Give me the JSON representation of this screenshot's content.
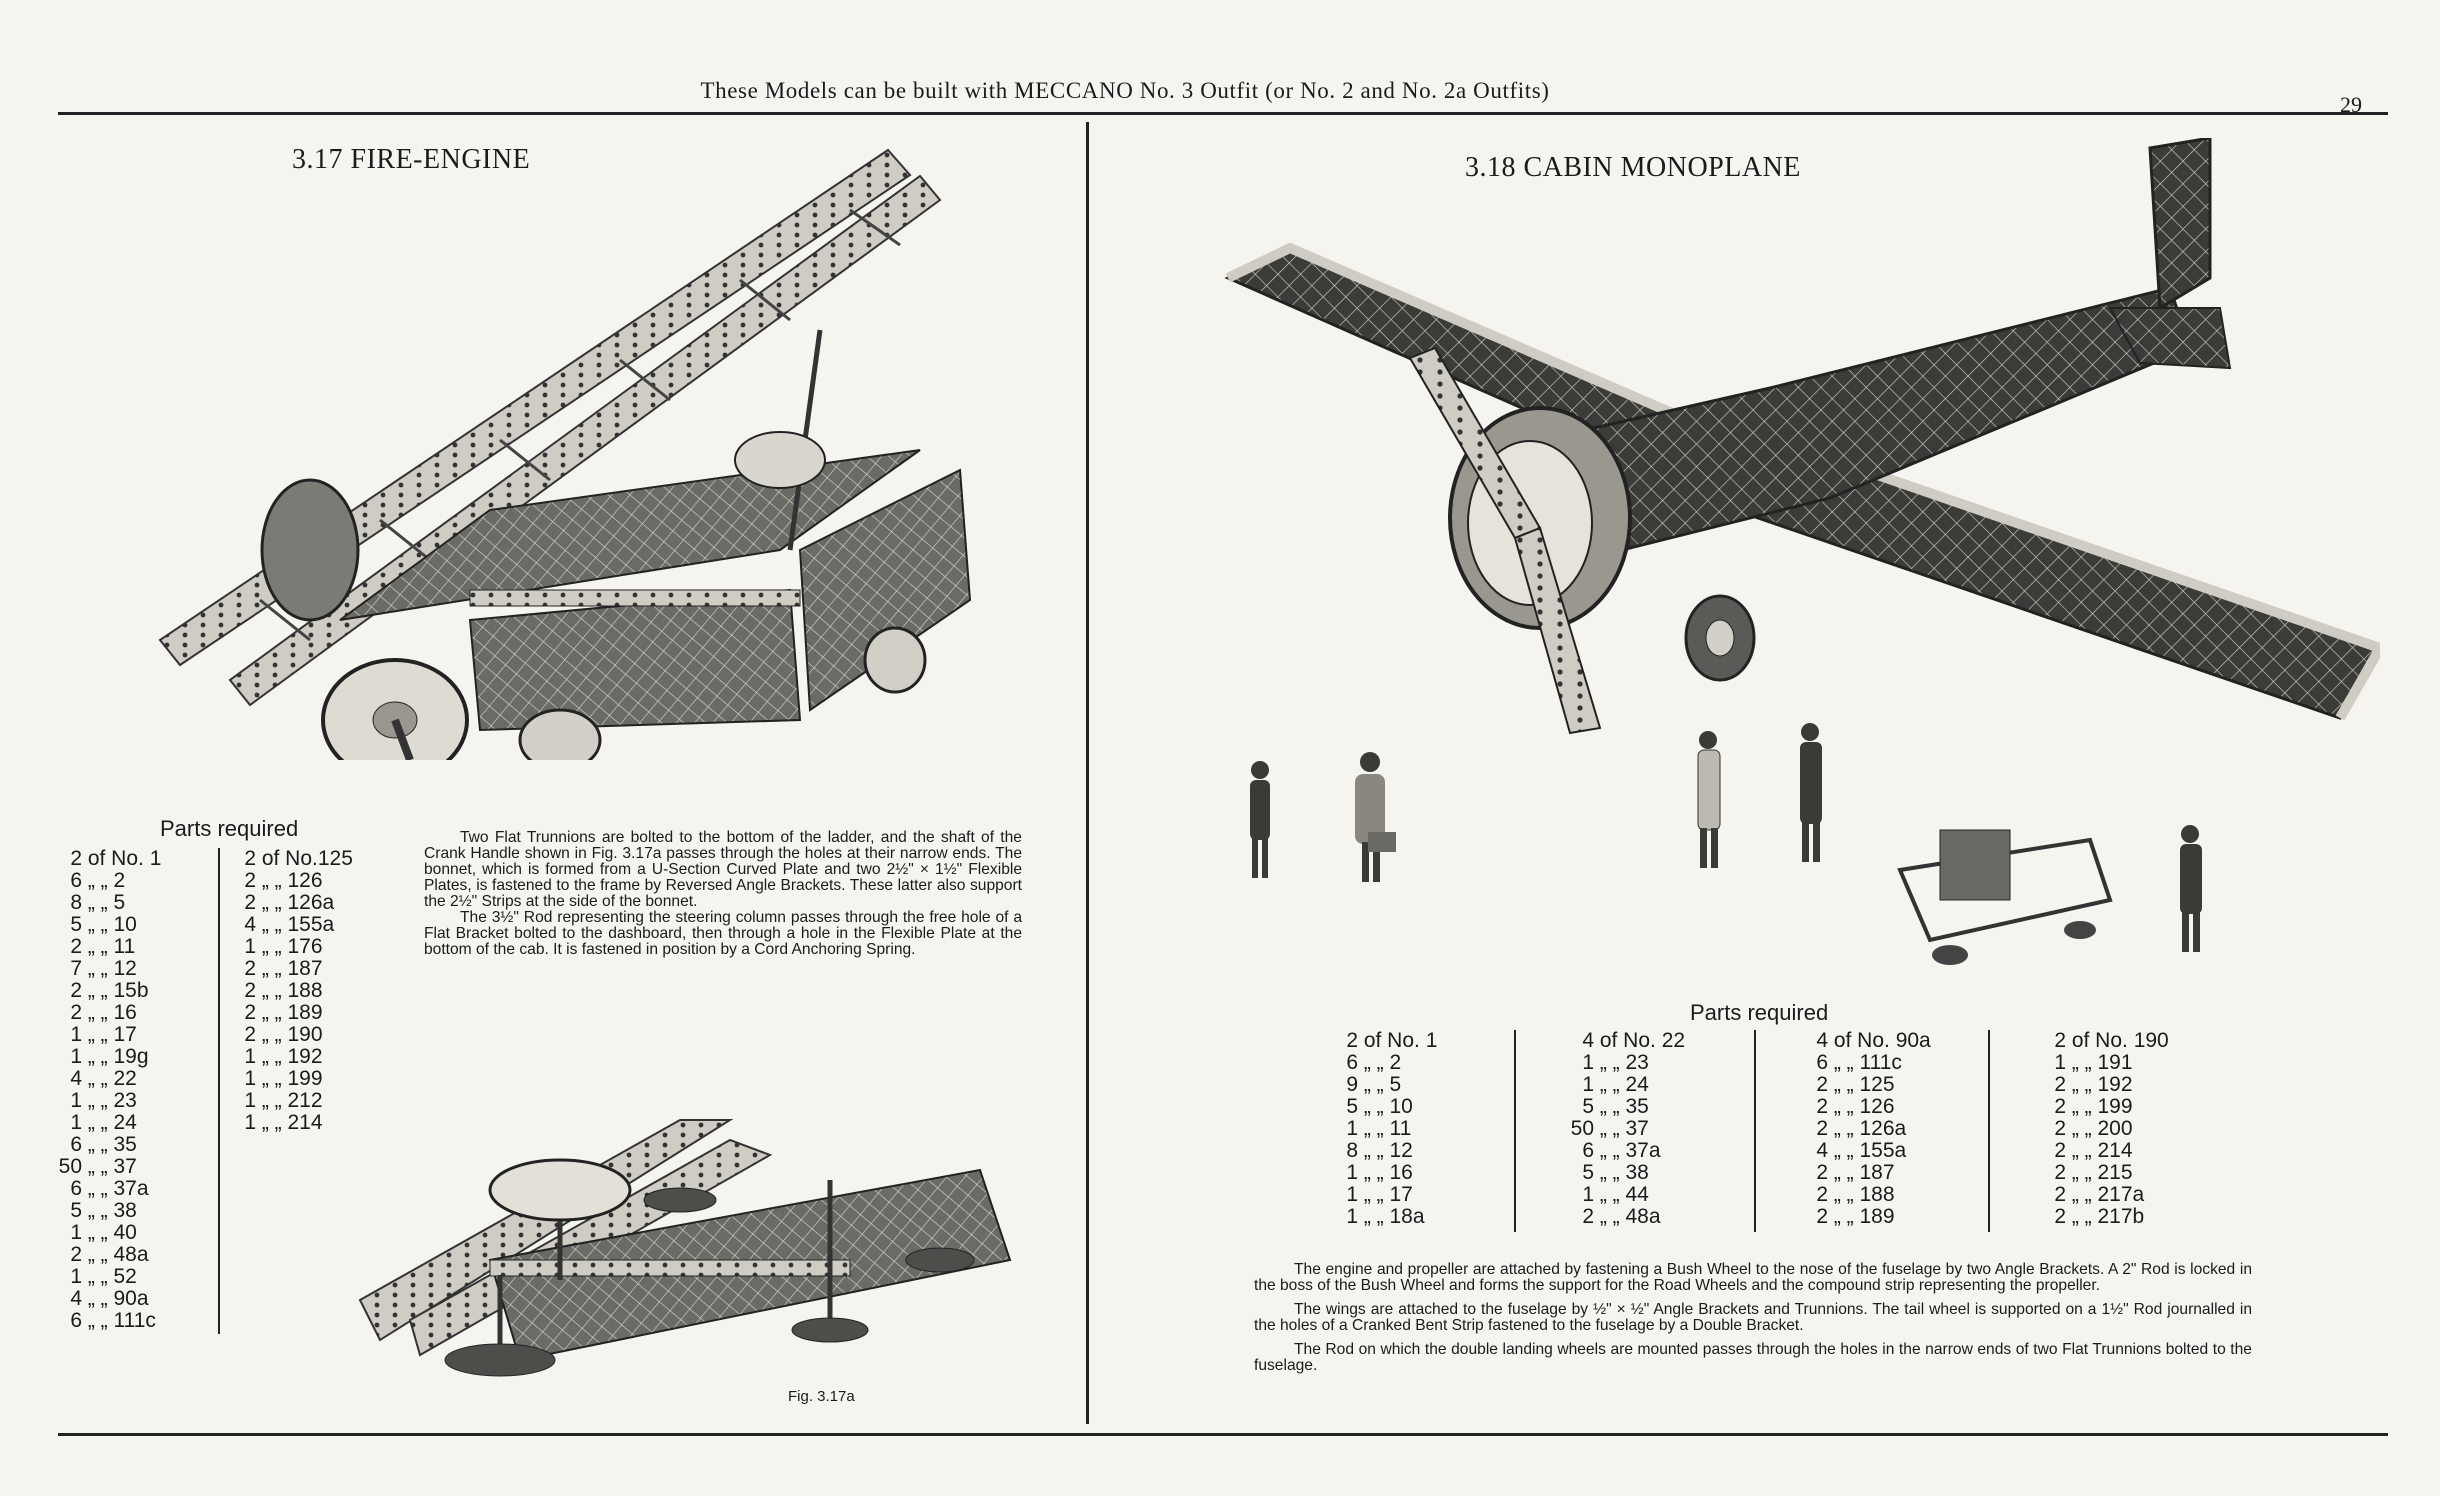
{
  "header": {
    "text": "These Models can be built with MECCANO No. 3 Outfit (or No. 2 and No. 2a Outfits)",
    "page_number": "29"
  },
  "left": {
    "title": "3.17  FIRE-ENGINE",
    "parts_heading": "Parts required",
    "parts_col1": [
      {
        "q": "2",
        "n": "of No.  1"
      },
      {
        "q": "6",
        "n": "„  „     2"
      },
      {
        "q": "8",
        "n": "„  „     5"
      },
      {
        "q": "5",
        "n": "„  „   10"
      },
      {
        "q": "2",
        "n": "„  „   11"
      },
      {
        "q": "7",
        "n": "„  „   12"
      },
      {
        "q": "2",
        "n": "„  „   15b"
      },
      {
        "q": "2",
        "n": "„  „   16"
      },
      {
        "q": "1",
        "n": "„  „   17"
      },
      {
        "q": "1",
        "n": "„  „   19g"
      },
      {
        "q": "4",
        "n": "„  „   22"
      },
      {
        "q": "1",
        "n": "„  „   23"
      },
      {
        "q": "1",
        "n": "„  „   24"
      },
      {
        "q": "6",
        "n": "„  „   35"
      },
      {
        "q": "50",
        "n": "„  „   37"
      },
      {
        "q": "6",
        "n": "„  „   37a"
      },
      {
        "q": "5",
        "n": "„  „   38"
      },
      {
        "q": "1",
        "n": "„  „   40"
      },
      {
        "q": "2",
        "n": "„  „   48a"
      },
      {
        "q": "1",
        "n": "„  „   52"
      },
      {
        "q": "4",
        "n": "„  „   90a"
      },
      {
        "q": "6",
        "n": "„  „ 111c"
      }
    ],
    "parts_col2": [
      {
        "q": "2",
        "n": "of No.125"
      },
      {
        "q": "2",
        "n": "„  „ 126"
      },
      {
        "q": "2",
        "n": "„  „ 126a"
      },
      {
        "q": "4",
        "n": "„  „ 155a"
      },
      {
        "q": "1",
        "n": "„  „ 176"
      },
      {
        "q": "2",
        "n": "„  „ 187"
      },
      {
        "q": "2",
        "n": "„  „ 188"
      },
      {
        "q": "2",
        "n": "„  „ 189"
      },
      {
        "q": "2",
        "n": "„  „ 190"
      },
      {
        "q": "1",
        "n": "„  „ 192"
      },
      {
        "q": "1",
        "n": "„  „ 199"
      },
      {
        "q": "1",
        "n": "„  „ 212"
      },
      {
        "q": "1",
        "n": "„  „ 214"
      }
    ],
    "description": [
      "Two Flat Trunnions are bolted to the bottom of the ladder, and the shaft of the Crank Handle shown in Fig. 3.17a passes through the holes at their narrow ends. The bonnet, which is formed from a U-Section Curved Plate and two 2½\" × 1½\" Flexible Plates, is fastened to the frame by Reversed Angle Brackets. These latter also support the 2½\" Strips at the side of the bonnet.",
      "The 3½\" Rod representing the steering column passes through the free hole of a Flat Bracket bolted to the dashboard, then through a hole in the Flexible Plate at the bottom of the cab. It is fastened in position by a Cord Anchoring Spring."
    ],
    "fig_caption": "Fig. 3.17a"
  },
  "right": {
    "title": "3.18  CABIN MONOPLANE",
    "parts_heading": "Parts required",
    "parts_cols": [
      [
        {
          "q": "2",
          "n": "of No.  1"
        },
        {
          "q": "6",
          "n": "„  „     2"
        },
        {
          "q": "9",
          "n": "„  „     5"
        },
        {
          "q": "5",
          "n": "„  „   10"
        },
        {
          "q": "1",
          "n": "„  „   11"
        },
        {
          "q": "8",
          "n": "„  „   12"
        },
        {
          "q": "1",
          "n": "„  „   16"
        },
        {
          "q": "1",
          "n": "„  „   17"
        },
        {
          "q": "1",
          "n": "„  „   18a"
        }
      ],
      [
        {
          "q": "4",
          "n": "of No.  22"
        },
        {
          "q": "1",
          "n": "„  „   23"
        },
        {
          "q": "1",
          "n": "„  „   24"
        },
        {
          "q": "5",
          "n": "„  „   35"
        },
        {
          "q": "50",
          "n": "„  „   37"
        },
        {
          "q": "6",
          "n": "„  „   37a"
        },
        {
          "q": "5",
          "n": "„  „   38"
        },
        {
          "q": "1",
          "n": "„  „   44"
        },
        {
          "q": "2",
          "n": "„  „   48a"
        }
      ],
      [
        {
          "q": "4",
          "n": "of No.  90a"
        },
        {
          "q": "6",
          "n": "„  „ 111c"
        },
        {
          "q": "2",
          "n": "„  „ 125"
        },
        {
          "q": "2",
          "n": "„  „ 126"
        },
        {
          "q": "2",
          "n": "„  „ 126a"
        },
        {
          "q": "4",
          "n": "„  „ 155a"
        },
        {
          "q": "2",
          "n": "„  „ 187"
        },
        {
          "q": "2",
          "n": "„  „ 188"
        },
        {
          "q": "2",
          "n": "„  „ 189"
        }
      ],
      [
        {
          "q": "2",
          "n": "of No. 190"
        },
        {
          "q": "1",
          "n": "„  „ 191"
        },
        {
          "q": "2",
          "n": "„  „ 192"
        },
        {
          "q": "2",
          "n": "„  „ 199"
        },
        {
          "q": "2",
          "n": "„  „ 200"
        },
        {
          "q": "2",
          "n": "„  „ 214"
        },
        {
          "q": "2",
          "n": "„  „ 215"
        },
        {
          "q": "2",
          "n": "„  „ 217a"
        },
        {
          "q": "2",
          "n": "„  „ 217b"
        }
      ]
    ],
    "description": [
      "The engine and propeller are attached by fastening a Bush Wheel to the nose of the fuselage by two Angle Brackets. A 2\" Rod is locked in the boss of the Bush Wheel and forms the support for the Road Wheels and the compound strip representing the propeller.",
      "The wings are attached to the fuselage by ½\" × ½\" Angle Brackets and Trunnions. The tail wheel is supported on a 1½\" Rod journalled in the holes of a Cranked Bent Strip fastened to the fuselage by a Double Bracket.",
      "The Rod on which the double landing wheels are mounted passes through the holes in the narrow ends of two Flat Trunnions bolted to the fuselage."
    ]
  },
  "colors": {
    "paper": "#f6f4ef",
    "ink": "#1b1b1b",
    "plate": "#4a4a4a",
    "metal": "#c9c6bd"
  }
}
